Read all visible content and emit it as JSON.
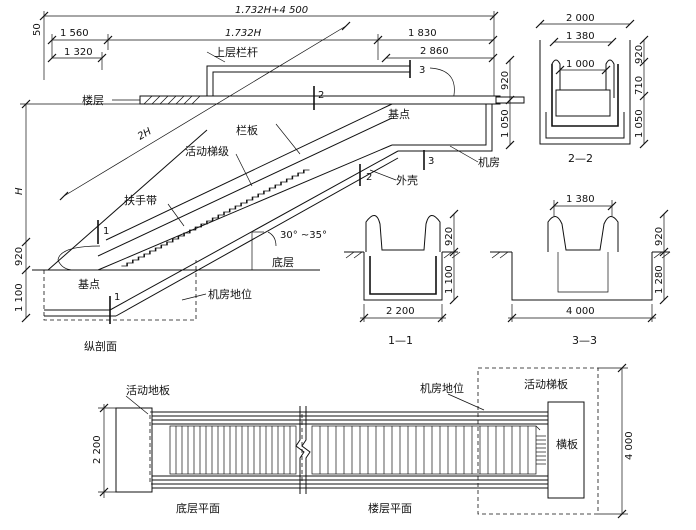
{
  "long_section": {
    "dims": {
      "total": "1.732H+4 500",
      "d50": "50",
      "d1560": "1 560",
      "d1732h": "1.732H",
      "d1830": "1 830",
      "d1320": "1 320",
      "d2860": "2 860",
      "d920_r": "920",
      "d1050": "1 050",
      "d2h": "2H",
      "dh": "H",
      "d920_l": "920",
      "d1100": "1 100"
    },
    "labels": {
      "upper_railing": "上层栏杆",
      "floor": "楼层",
      "base_point_top": "基点",
      "fence_panel": "栏板",
      "moving_steps": "活动梯级",
      "handrail": "扶手带",
      "machine_room": "机房",
      "casing": "外壳",
      "angle": "30° ~35°",
      "ground_floor": "底层",
      "base_point_bottom": "基点",
      "machine_room_pos": "机房地位"
    },
    "markers": {
      "m1": "1",
      "m1b": "1",
      "m2": "2",
      "m2b": "2",
      "m3": "3",
      "m3b": "3"
    },
    "caption": "纵剖面"
  },
  "section_22": {
    "dims": {
      "d2000": "2 000",
      "d1380": "1 380",
      "d1000": "1 000",
      "d920": "920",
      "d710": "710",
      "d1050": "1 050"
    },
    "caption": "2—2"
  },
  "section_11": {
    "dims": {
      "d920": "920",
      "d1100": "1 100",
      "d2200": "2 200"
    },
    "caption": "1—1"
  },
  "section_33": {
    "dims": {
      "d1380": "1 380",
      "d920": "920",
      "d1280": "1 280",
      "d4000": "4 000"
    },
    "caption": "3—3"
  },
  "plan": {
    "labels": {
      "moving_floor_plate": "活动地板",
      "machine_room_pos": "机房地位",
      "moving_step_plate": "活动梯板",
      "cross_plate": "横板"
    },
    "dims": {
      "d2200": "2 200",
      "d4000": "4 000"
    },
    "captions": {
      "ground_plan": "底层平面",
      "floor_plan": "楼层平面"
    }
  }
}
